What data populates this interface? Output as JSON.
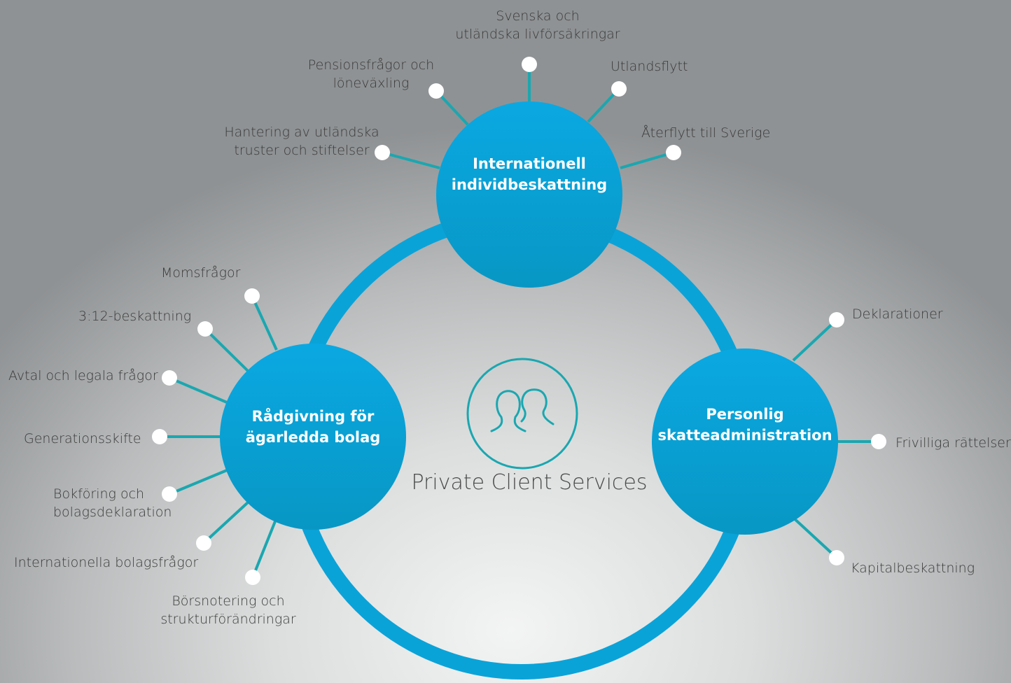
{
  "center": {
    "title": "Private Client Services",
    "icon": "people-icon"
  },
  "colors": {
    "accent": "#0aa3d8",
    "accent_dark": "#089bc9",
    "text": "#3a3a3a"
  },
  "hubs": {
    "top": {
      "label": "Internationell\nindividbeskattning"
    },
    "left": {
      "label": "Rådgivning för\nägarledda bolag"
    },
    "right": {
      "label": "Personlig\nskatteadministration"
    }
  },
  "services": {
    "top": [
      "Svenska och\nutländska livförsäkringar",
      "Pensionsfrågor och\nlöneväxling",
      "Utlandsflytt",
      "Hantering av utländska\ntruster och stiftelser",
      "Återflytt till Sverige"
    ],
    "left": [
      "Momsfrågor",
      "3:12-beskattning",
      "Avtal och legala frågor",
      "Generationsskifte",
      "Bokföring och\nbolagsdeklaration",
      "Internationella bolagsfrågor",
      "Börsnotering och\nstrukturförändringar"
    ],
    "right": [
      "Deklarationer",
      "Frivilliga rättelser",
      "Kapitalbeskattning"
    ]
  }
}
